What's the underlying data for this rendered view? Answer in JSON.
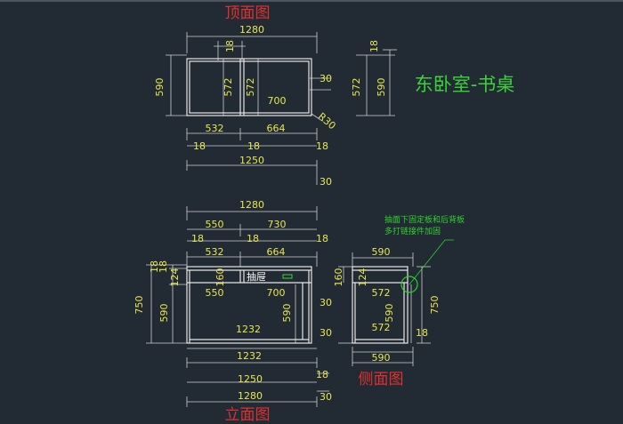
{
  "colors": {
    "background": "#222a33",
    "outline": "#e6e6e6",
    "dimension_line": "#cfcfcf",
    "dimension_text": "#e8e650",
    "title_red": "#e03030",
    "title_green": "#3ad23a",
    "note_green": "#2fd22f"
  },
  "titles": {
    "top_view": "顶面图",
    "main": "东卧室-书桌",
    "front_view": "立面图",
    "side_view": "侧面图"
  },
  "top_view": {
    "overall_width": "1280",
    "thickness": "18",
    "height": "590",
    "inner_height_left": "572",
    "inner_height_right": "572",
    "depth_width": "700",
    "edge": "30",
    "left_width": "532",
    "right_width": "664",
    "radius": "R30",
    "bottom_left": "18",
    "bottom_mid": "18",
    "bottom_right": "18",
    "bottom_total": "1250",
    "bottom_edge": "30",
    "right_thickness": "18",
    "right_572": "572",
    "right_590": "590"
  },
  "front_view": {
    "overall_top": "1280",
    "left_top": "550",
    "right_top": "730",
    "t18a": "18",
    "t18b": "18",
    "t18c": "18",
    "w532": "532",
    "w664": "664",
    "left18a": "18",
    "left18b": "18",
    "left124": "124",
    "drawer_h": "160",
    "drawer_label": "抽屉",
    "w550": "550",
    "w700": "700",
    "h750": "750",
    "h590": "590",
    "h590_right": "590",
    "w1232": "1232",
    "e30a": "30",
    "e30b": "30",
    "b1232": "1232",
    "b18": "18",
    "b1250": "1250",
    "b1280": "1280",
    "b30": "30"
  },
  "side_view": {
    "note_line1": "抽面下固定板和后背板",
    "note_line2": "多打链接件加固",
    "top590": "590",
    "h160": "160",
    "h124": "124",
    "w572a": "572",
    "w572b": "572",
    "h590": "590",
    "h750": "750",
    "t18": "18",
    "bottom590": "590"
  }
}
